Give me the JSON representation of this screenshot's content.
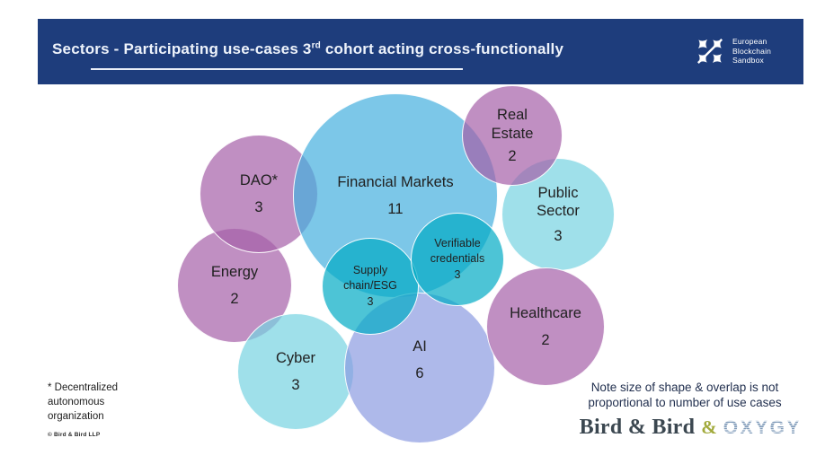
{
  "header": {
    "title": {
      "prefix": "Sectors - Participating use-cases 3",
      "sup": "rd",
      "suffix": " cohort acting cross-functionally"
    },
    "banner_color": "#1e3d7c",
    "logo": {
      "lines": [
        "European",
        "Blockchain",
        "Sandbox"
      ]
    }
  },
  "bubbles": [
    {
      "id": "energy",
      "label_lines": [
        "Energy"
      ],
      "value": "2",
      "color": "rgba(165,95,168,0.7)"
    },
    {
      "id": "dao",
      "label_lines": [
        "DAO*"
      ],
      "value": "3",
      "color": "rgba(165,95,168,0.7)"
    },
    {
      "id": "cyber",
      "label_lines": [
        "Cyber"
      ],
      "value": "3",
      "color": "rgba(118,211,225,0.7)"
    },
    {
      "id": "financial-markets",
      "label_lines": [
        "Financial Markets"
      ],
      "value": "11",
      "color": "rgba(68,175,222,0.7)"
    },
    {
      "id": "ai",
      "label_lines": [
        "AI"
      ],
      "value": "6",
      "color": "rgba(139,155,225,0.7)"
    },
    {
      "id": "supply-chain",
      "label_lines": [
        "Supply",
        "chain/ESG"
      ],
      "value": "3",
      "color": "rgba(2,171,196,0.7)"
    },
    {
      "id": "public-sector",
      "label_lines": [
        "Public",
        "Sector"
      ],
      "value": "3",
      "color": "rgba(118,211,225,0.7)"
    },
    {
      "id": "healthcare",
      "label_lines": [
        "Healthcare"
      ],
      "value": "2",
      "color": "rgba(165,95,168,0.7)"
    },
    {
      "id": "verifiable-credentials",
      "label_lines": [
        "Verifiable",
        "credentials"
      ],
      "value": "3",
      "color": "rgba(2,171,196,0.7)"
    },
    {
      "id": "real-estate",
      "label_lines": [
        "Real",
        "Estate"
      ],
      "value": "2",
      "color": "rgba(165,95,168,0.7)"
    }
  ],
  "footnote": {
    "lines": [
      "* Decentralized",
      "autonomous",
      "organization"
    ],
    "copyright": "© Bird & Bird LLP"
  },
  "note": {
    "lines": [
      "Note size of shape & overlap is not",
      "proportional to number of use cases"
    ]
  },
  "brand": {
    "bird": "Bird & Bird",
    "amp": "&",
    "oxygy": "OXYGY"
  }
}
